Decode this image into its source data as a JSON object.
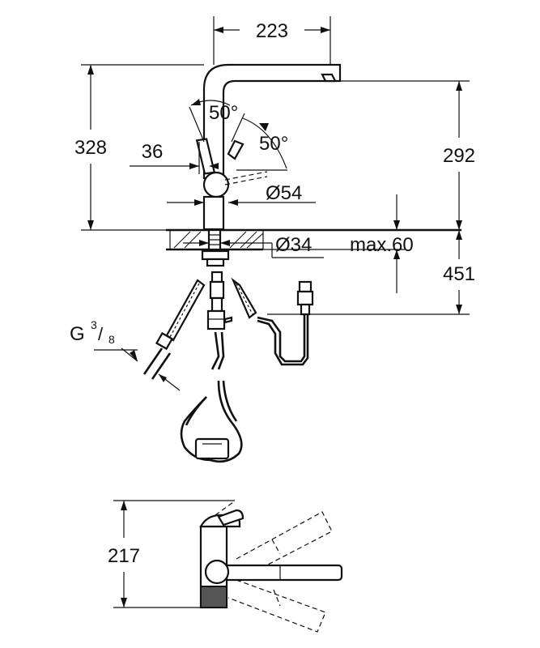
{
  "dimensions": {
    "spout_reach": "223",
    "total_height": "328",
    "spout_height": "292",
    "lever_angle_left": "50°",
    "lever_angle_right": "50°",
    "lever_offset": "36",
    "body_diameter": "Ø54",
    "hole_diameter": "Ø34",
    "max_deck_thickness": "max.60",
    "below_deck_length": "451",
    "connection_thread_base": "G",
    "connection_thread_num": "3",
    "connection_thread_den": "8",
    "side_view_height": "217"
  }
}
